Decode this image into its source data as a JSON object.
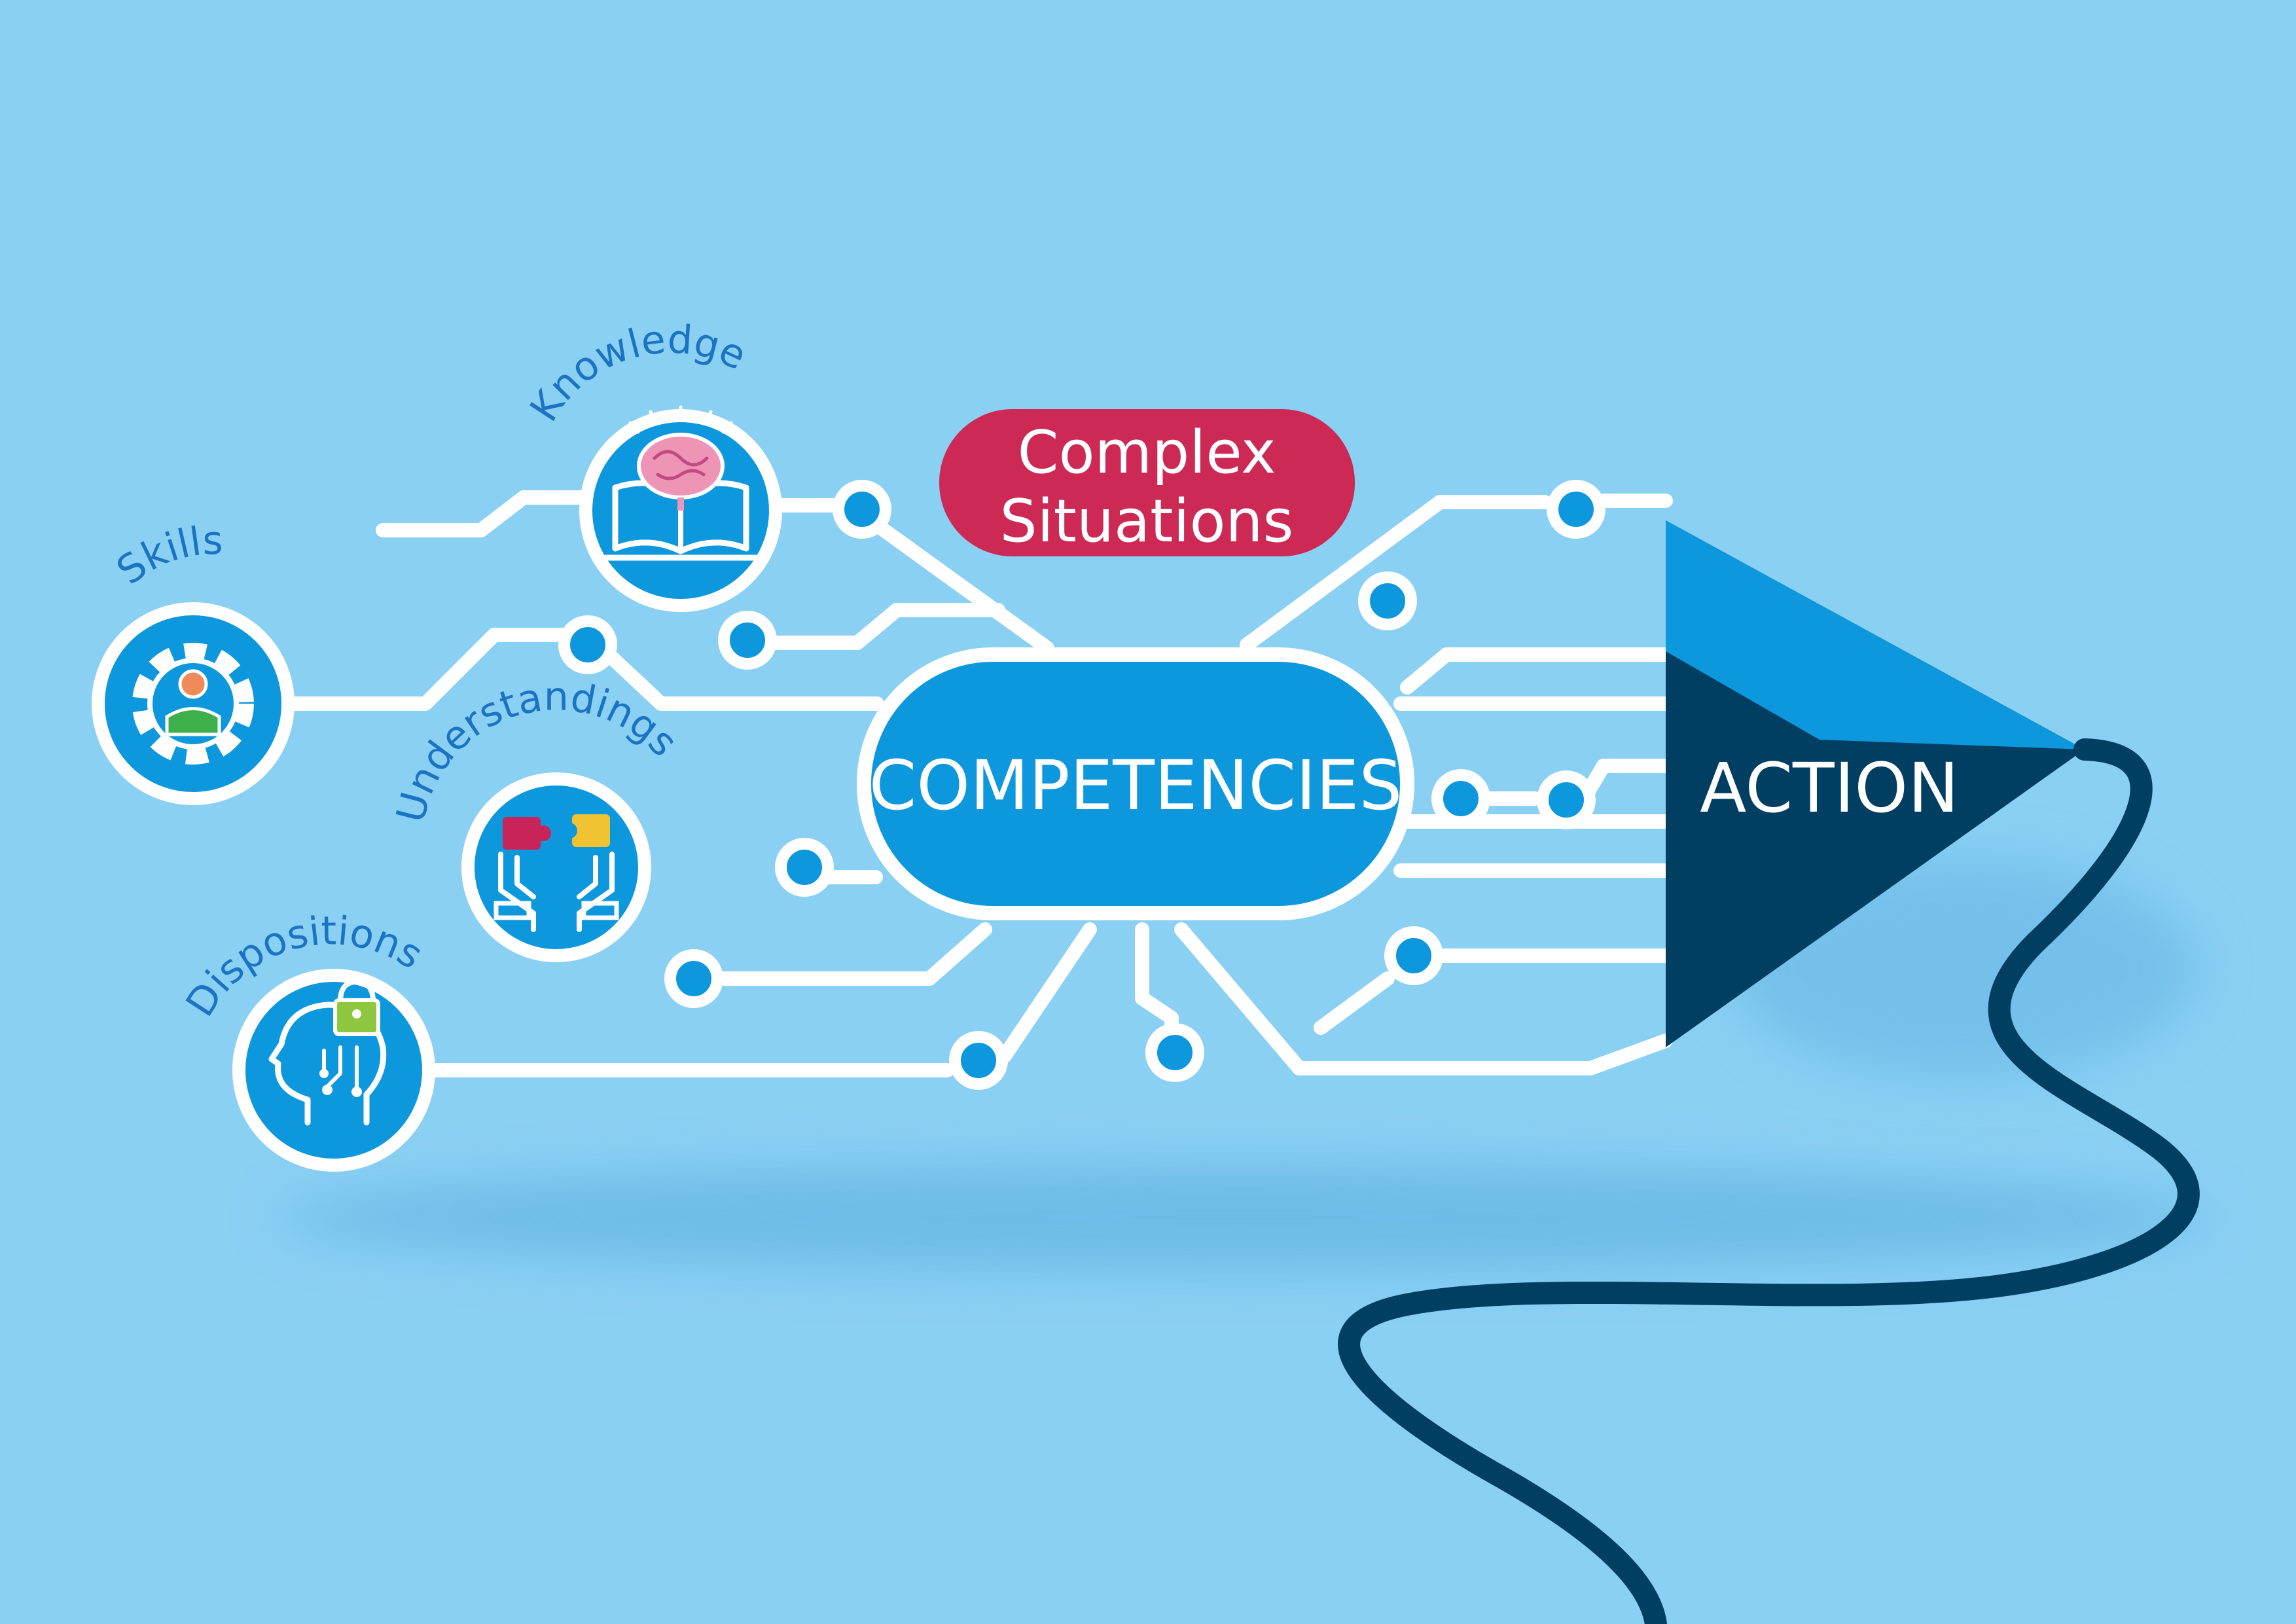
{
  "inputs": {
    "knowledge": "Knowledge",
    "skills": "Skills",
    "understandings": "Understandings",
    "dispositions": "Dispositions"
  },
  "context": {
    "line1": "Complex",
    "line2": "Situations"
  },
  "core": "COMPETENCIES",
  "output": "ACTION",
  "icons": {
    "knowledge": "brain-book-icon",
    "skills": "gear-person-icon",
    "understandings": "puzzle-hands-icon",
    "dispositions": "head-lock-icon"
  },
  "colors": {
    "background": "#8ad0f3",
    "circuit": "#ffffff",
    "accent_blue": "#0d97dc",
    "pill_red": "#cc2a55",
    "navy": "#003f62",
    "label_blue": "#1b73c3"
  }
}
